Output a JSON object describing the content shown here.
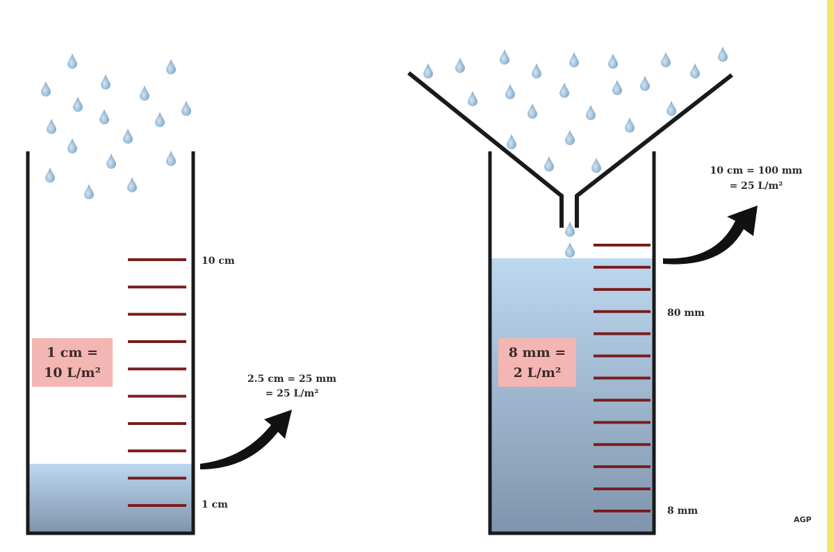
{
  "left_gauge": {
    "label_top": "10 cm",
    "label_bottom": "1 cm",
    "box_line1": "1 cm =",
    "box_line2": "10 L/m²",
    "note_line1": "2.5 cm = 25 mm",
    "note_line2": "= 25 L/m²",
    "tick_count": 10,
    "water_level_fraction": 0.25
  },
  "right_gauge": {
    "label_mid": "80 mm",
    "label_bottom": "8 mm",
    "box_line1": "8 mm =",
    "box_line2": "2 L/m²",
    "note_line1": "10 cm = 100 mm",
    "note_line2": "= 25 L/m²",
    "tick_count": 13
  },
  "credit": "AGP",
  "colors": {
    "outline": "#1a1a1a",
    "tick": "#7a1c1c",
    "drop": "#8fb4d4",
    "water_top": "#bcd8ef",
    "water_bottom": "#8095ad",
    "label_box": "#f4b6b2"
  }
}
